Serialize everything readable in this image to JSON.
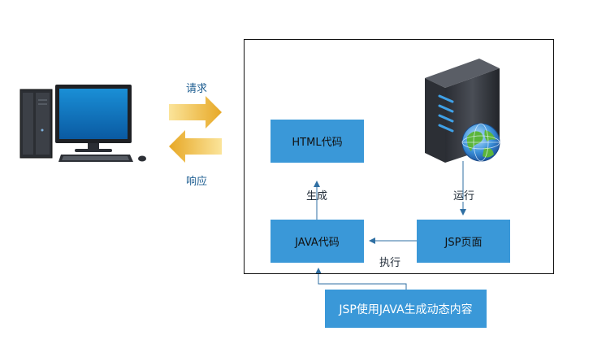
{
  "labels": {
    "request": "请求",
    "response": "响应",
    "generate": "生成",
    "run": "运行",
    "execute": "执行"
  },
  "boxes": {
    "html_code": "HTML代码",
    "java_code": "JAVA代码",
    "jsp_page": "JSP页面",
    "note": "JSP使用JAVA生成动态内容"
  },
  "colors": {
    "box_fill": "#3a98d8",
    "arrow": "#2f6fa3",
    "exchange_arrow": "#f0bf3a",
    "frame": "#111111"
  },
  "icons": [
    "desktop-computer-icon",
    "server-icon",
    "globe-icon",
    "request-arrow-icon",
    "response-arrow-icon"
  ]
}
